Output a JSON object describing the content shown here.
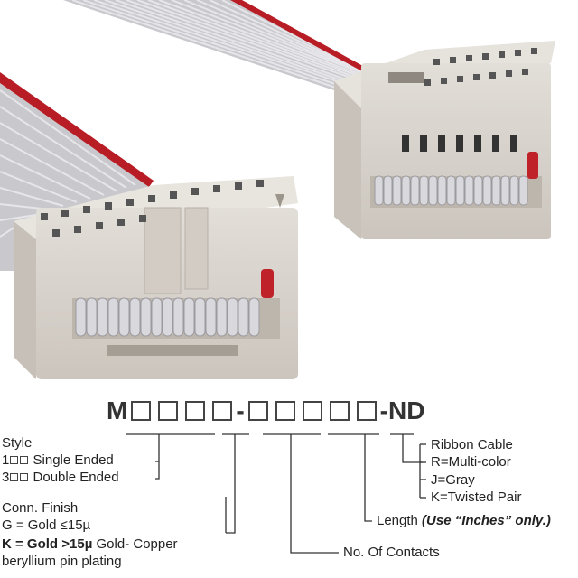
{
  "part_number": {
    "prefix": "M",
    "separator": "-",
    "suffix": "-ND"
  },
  "style": {
    "heading": "Style",
    "option1_code": "1",
    "option1_text": "Single Ended",
    "option2_code": "3",
    "option2_text": "Double Ended"
  },
  "conn_finish": {
    "heading": "Conn. Finish",
    "gold_le": "G = Gold ≤15µ",
    "gold_gt": "K = Gold >15µ",
    "gold_gt_tail": " Gold- Copper",
    "gold_gt_line2": "beryllium pin plating"
  },
  "cable": {
    "heading": "Ribbon Cable",
    "multi": "R=Multi-color",
    "gray": "J=Gray",
    "twisted": "K=Twisted Pair"
  },
  "length": {
    "label": "Length ",
    "note": "(Use “Inches” only.)"
  },
  "contacts": {
    "label": "No. Of Contacts"
  },
  "colors": {
    "cable": "#c8c8cc",
    "cable_stripe": "#b81c24",
    "connector": "#d8d3cc",
    "text": "#222222"
  }
}
